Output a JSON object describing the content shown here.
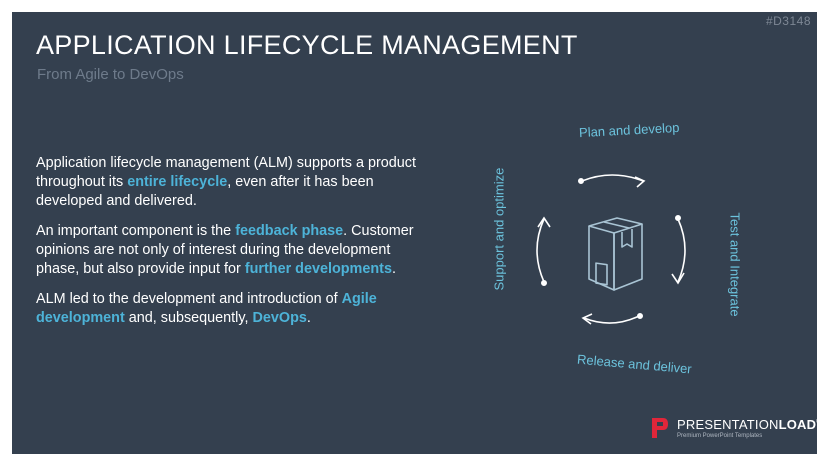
{
  "slide": {
    "code": "#D3148",
    "title": "APPLICATION LIFECYCLE MANAGEMENT",
    "subtitle": "From Agile to DevOps",
    "background": "#34404f",
    "accent": "#4db3d8"
  },
  "paragraphs": [
    {
      "before": "Application lifecycle management (ALM) supports a product throughout its ",
      "highlight": "entire lifecycle",
      "after": ", even after it has been developed and delivered."
    },
    {
      "before": "An important component is the ",
      "highlight": "feedback phase",
      "middle": ". Customer opinions are not only of interest during the development phase, but also provide input for ",
      "highlight2": "further developments",
      "after": "."
    },
    {
      "before": "ALM led to the development and introduction of ",
      "highlight": "Agile development",
      "middle": " and, subsequently, ",
      "highlight2": "DevOps",
      "after": "."
    }
  ],
  "cycle": {
    "center_icon": "package-box-icon",
    "stages": {
      "plan": "Plan and develop",
      "test": "Test and Integrate",
      "release": "Release and deliver",
      "support": "Support and optimize"
    }
  },
  "logo": {
    "name_light": "PRESENTATION",
    "name_bold": "LOAD",
    "mark": "®",
    "tagline": "Premium PowerPoint Templates",
    "icon": "presentationload-logo-icon",
    "color": "#e0263a"
  }
}
